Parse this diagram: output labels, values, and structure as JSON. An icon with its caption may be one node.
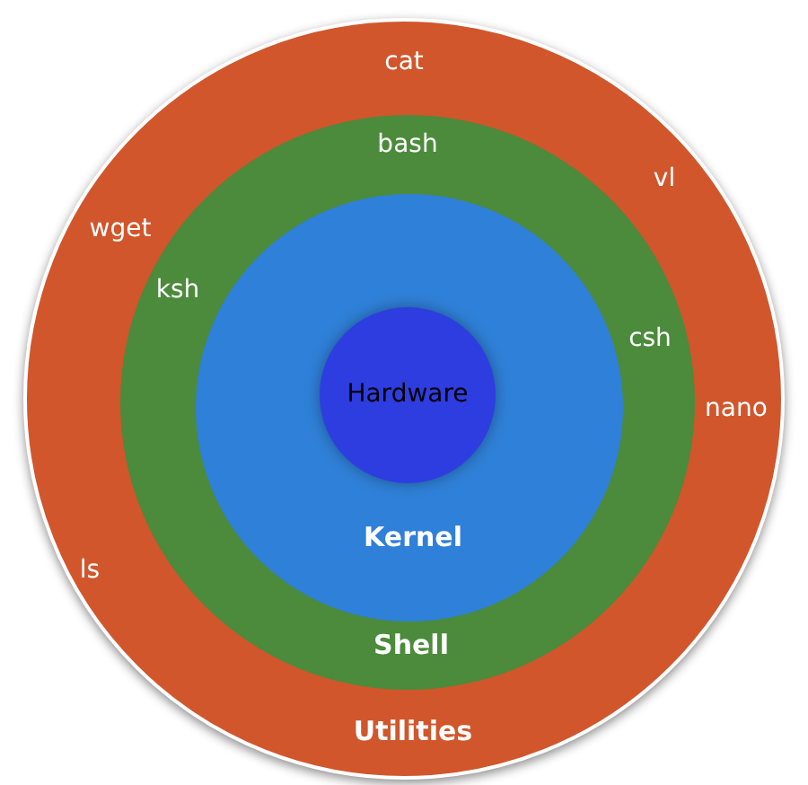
{
  "diagram": {
    "nodes": [
      {
        "text": [
          "Utilities"
        ]
      },
      {
        "text": [
          "bash",
          "ksh",
          "csh",
          "Shell"
        ],
        "in": 0
      },
      {
        "text": [
          "Kernel"
        ],
        "in": 1
      },
      {
        "text": [
          "Hardware"
        ],
        "in": 2
      }
    ],
    "labels": [
      "cat",
      "vl",
      "wget",
      "nano",
      "ls"
    ]
  }
}
